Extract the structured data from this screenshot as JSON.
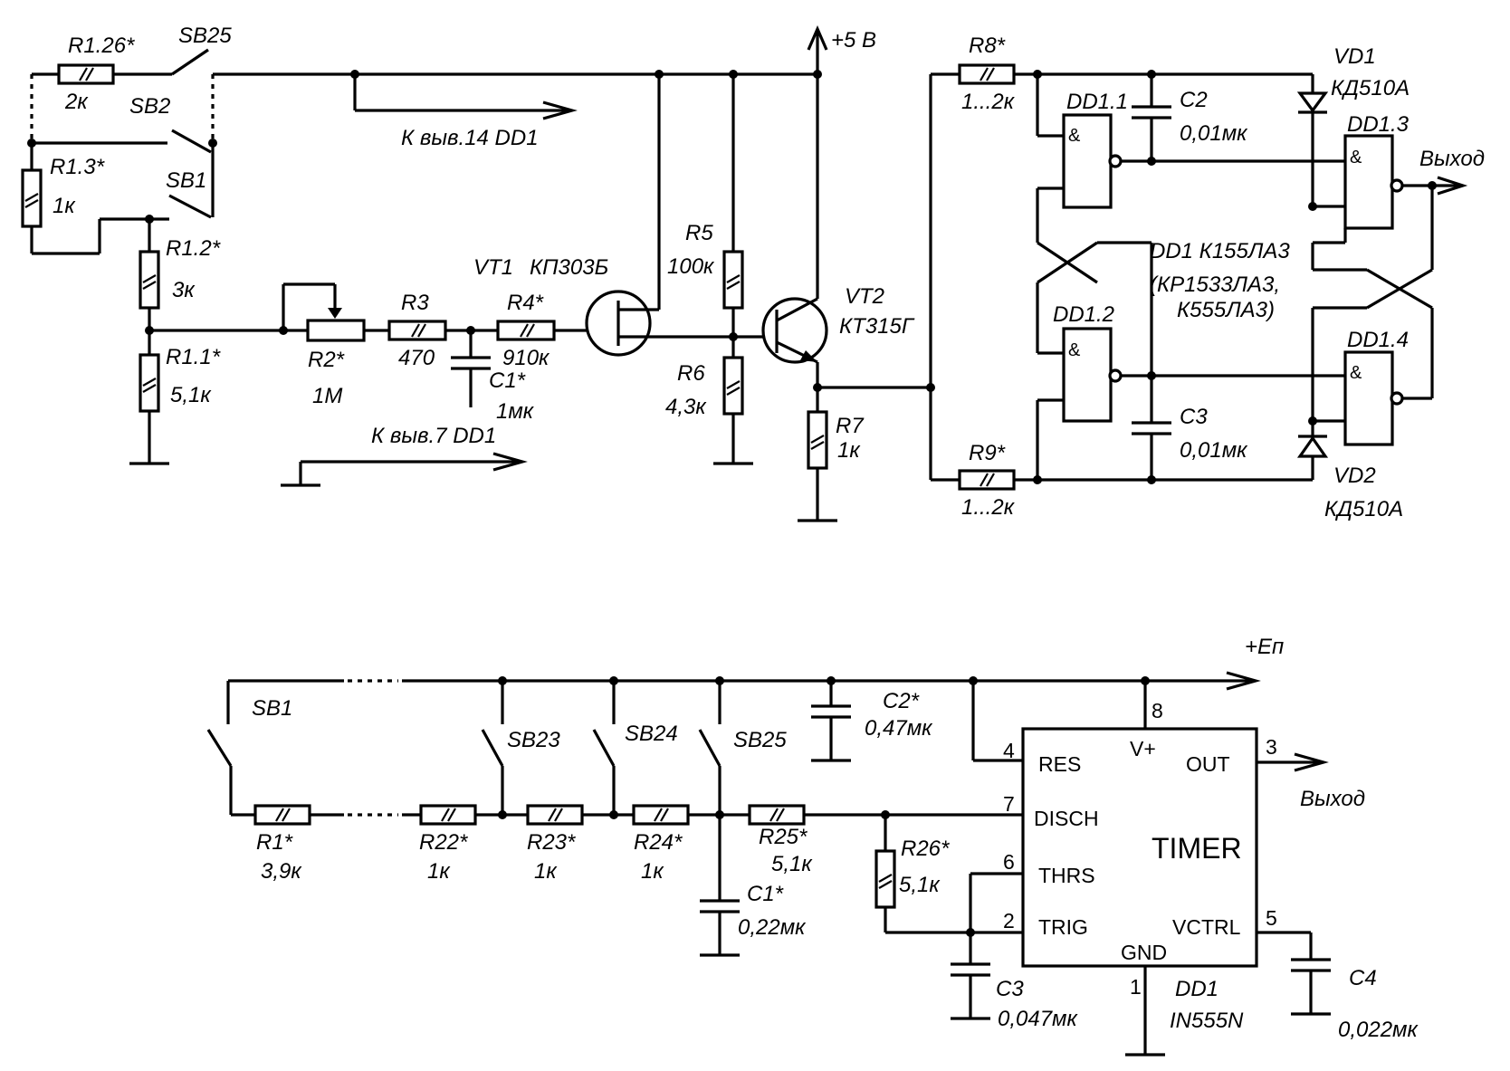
{
  "top": {
    "R126": {
      "ref": "R1.26*",
      "val": "2к"
    },
    "SB25": "SB25",
    "SB2": "SB2",
    "SB1": "SB1",
    "R13": {
      "ref": "R1.3*",
      "val": "1к"
    },
    "R12": {
      "ref": "R1.2*",
      "val": "3к"
    },
    "R11": {
      "ref": "R1.1*",
      "val": "5,1к"
    },
    "R2": {
      "ref": "R2*",
      "val": "1М"
    },
    "R3": {
      "ref": "R3",
      "val": "470"
    },
    "C1": {
      "ref": "C1*",
      "val": "1мк"
    },
    "R4": {
      "ref": "R4*",
      "val": "910к"
    },
    "VT1": {
      "ref": "VT1",
      "val": "КП303Б"
    },
    "R5": {
      "ref": "R5",
      "val": "100к"
    },
    "R6": {
      "ref": "R6",
      "val": "4,3к"
    },
    "VT2": {
      "ref": "VT2",
      "val": "КТ315Г"
    },
    "R7": {
      "ref": "R7",
      "val": "1к"
    },
    "supply": "+5 В",
    "pin14": "К выв.14 DD1",
    "pin7": "К выв.7 DD1",
    "R8": {
      "ref": "R8*",
      "val": "1...2к"
    },
    "R9": {
      "ref": "R9*",
      "val": "1...2к"
    },
    "DD11": "DD1.1",
    "DD12": "DD1.2",
    "DD13": "DD1.3",
    "DD14": "DD1.4",
    "amp": "&",
    "C2": {
      "ref": "C2",
      "val": "0,01мк"
    },
    "C3": {
      "ref": "C3",
      "val": "0,01мк"
    },
    "VD1": {
      "ref": "VD1",
      "val": "КД510А"
    },
    "VD2": {
      "ref": "VD2",
      "val": "КД510А"
    },
    "dd1_line1": "DD1 К155ЛА3",
    "dd1_line2": "(КР1533ЛА3,",
    "dd1_line3": "К555ЛА3)",
    "output": "Выход"
  },
  "bottom": {
    "supply": "+Еп",
    "SB1": "SB1",
    "SB23": "SB23",
    "SB24": "SB24",
    "SB25": "SB25",
    "R1": {
      "ref": "R1*",
      "val": "3,9к"
    },
    "R22": {
      "ref": "R22*",
      "val": "1к"
    },
    "R23": {
      "ref": "R23*",
      "val": "1к"
    },
    "R24": {
      "ref": "R24*",
      "val": "1к"
    },
    "R25": {
      "ref": "R25*",
      "val": "5,1к"
    },
    "R26": {
      "ref": "R26*",
      "val": "5,1к"
    },
    "C1": {
      "ref": "C1*",
      "val": "0,22мк"
    },
    "C2": {
      "ref": "C2*",
      "val": "0,47мк"
    },
    "C3": {
      "ref": "C3",
      "val": "0,047мк"
    },
    "C4": {
      "ref": "C4",
      "val": "0,022мк"
    },
    "ic": {
      "name": "TIMER",
      "ref": "DD1",
      "part": "IN555N",
      "pins": {
        "res": "RES",
        "disch": "DISCH",
        "thrs": "THRS",
        "trig": "TRIG",
        "vplus": "V+",
        "out": "OUT",
        "vctrl": "VCTRL",
        "gnd": "GND"
      },
      "pin_numbers": {
        "res": "4",
        "disch": "7",
        "thrs": "6",
        "trig": "2",
        "vplus": "8",
        "out": "3",
        "vctrl": "5",
        "gnd": "1"
      }
    },
    "output": "Выход"
  }
}
